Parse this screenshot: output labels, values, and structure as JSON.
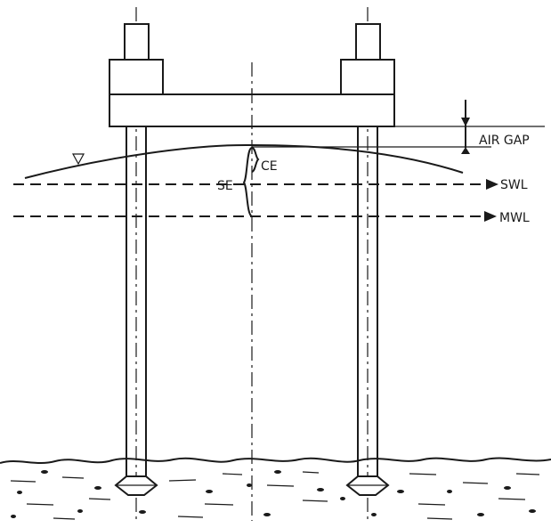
{
  "labels": {
    "air_gap": "AIR GAP",
    "swl": "SWL",
    "mwl": "MWL",
    "se": "SE",
    "ce": "CE"
  },
  "colors": {
    "ink": "#1a1a1a",
    "background": "#ffffff"
  }
}
